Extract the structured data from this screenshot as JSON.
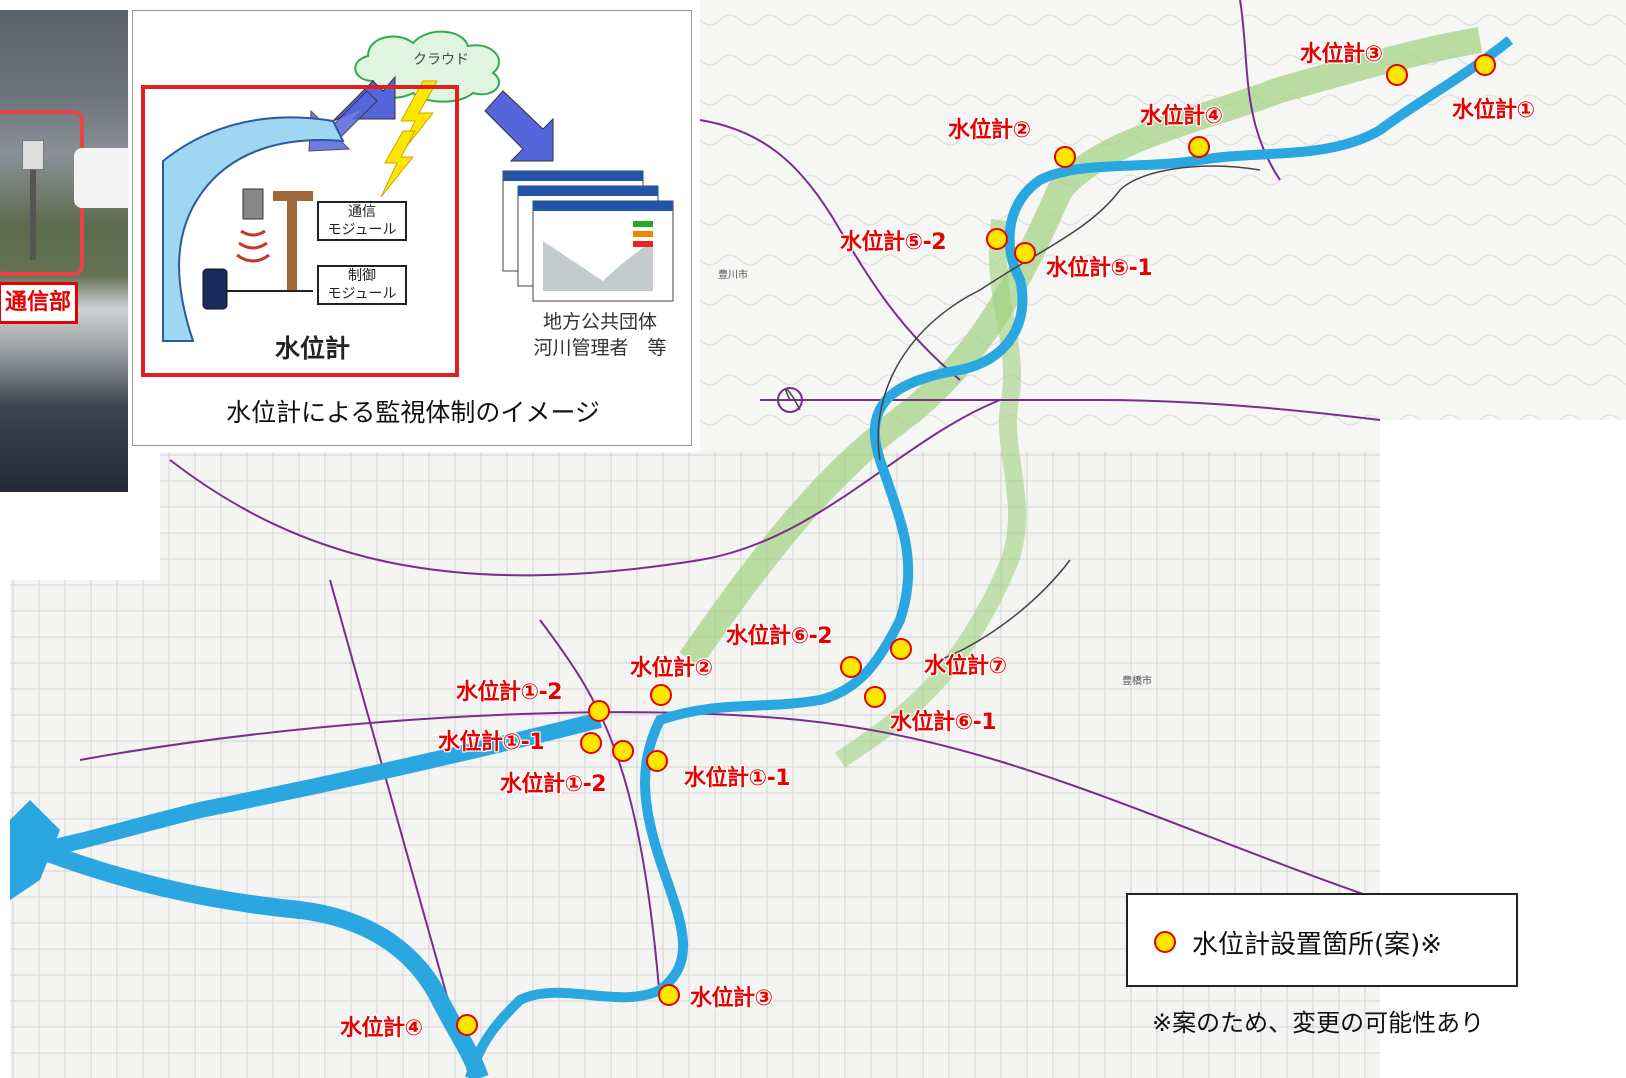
{
  "photo": {
    "tag_label": "通信部"
  },
  "diagram": {
    "cloud_label": "クラウド",
    "comm_module": "通信\nモジュール",
    "ctrl_module": "制御\nモジュール",
    "device_label": "水位計",
    "org_line1": "地方公共団体",
    "org_line2": "河川管理者　等",
    "caption": "水位計による監視体制のイメージ"
  },
  "map": {
    "city_labels": [
      "豊川市",
      "豊橋市"
    ],
    "upper_labels": [
      {
        "text": "水位計③"
      },
      {
        "text": "水位計①"
      },
      {
        "text": "水位計④"
      },
      {
        "text": "水位計②"
      },
      {
        "text": "水位計⑤-2"
      },
      {
        "text": "水位計⑤-1"
      }
    ],
    "lower_labels": [
      {
        "text": "水位計⑥-2"
      },
      {
        "text": "水位計⑦"
      },
      {
        "text": "水位計②"
      },
      {
        "text": "水位計①-2"
      },
      {
        "text": "水位計⑥-1"
      },
      {
        "text": "水位計①-1"
      },
      {
        "text": "水位計①-1"
      },
      {
        "text": "水位計①-2"
      },
      {
        "text": "水位計③"
      },
      {
        "text": "水位計④"
      }
    ],
    "colors": {
      "river": "#2aa7e0",
      "marker_fill": "#ffe600",
      "marker_stroke": "#e60000",
      "label": "#e60000",
      "boundary": "#7b2d8e",
      "green_band": "#9fd27f"
    }
  },
  "legend": {
    "text": "水位計設置箇所(案)※"
  },
  "note": "※案のため、変更の可能性あり"
}
